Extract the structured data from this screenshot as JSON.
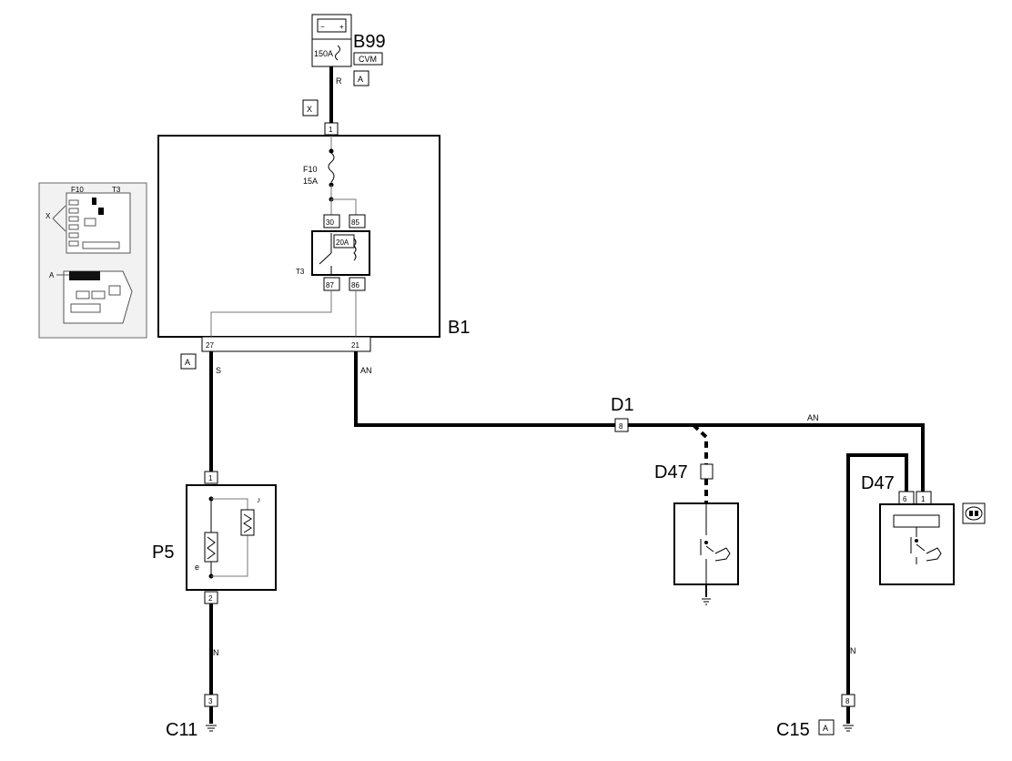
{
  "components": {
    "b99": {
      "label": "B99",
      "rating": "150A",
      "tag": "CVM",
      "ref": "A"
    },
    "b1": {
      "label": "B1",
      "fuse": "F10",
      "fuse_rating": "15A",
      "relay": "T3",
      "relay_rating": "20A",
      "pins": [
        "1",
        "30",
        "85",
        "87",
        "86",
        "27",
        "21"
      ]
    },
    "d1": {
      "label": "D1",
      "pin": "8"
    },
    "d47_left": {
      "label": "D47"
    },
    "d47_right": {
      "label": "D47",
      "pins": [
        "6",
        "1"
      ]
    },
    "p5": {
      "label": "P5",
      "pins": [
        "1",
        "2"
      ],
      "symbol": "e"
    },
    "c11": {
      "label": "C11",
      "pin": "3"
    },
    "c15": {
      "label": "C15",
      "pin": "8",
      "ref": "A"
    }
  },
  "wires": {
    "r": "R",
    "s": "S",
    "an1": "AN",
    "an2": "AN",
    "n1": "N",
    "n2": "N"
  },
  "refs": {
    "x": "X",
    "a_b1": "A"
  },
  "inset": {
    "f10": "F10",
    "t3": "T3",
    "x": "X",
    "a": "A"
  }
}
